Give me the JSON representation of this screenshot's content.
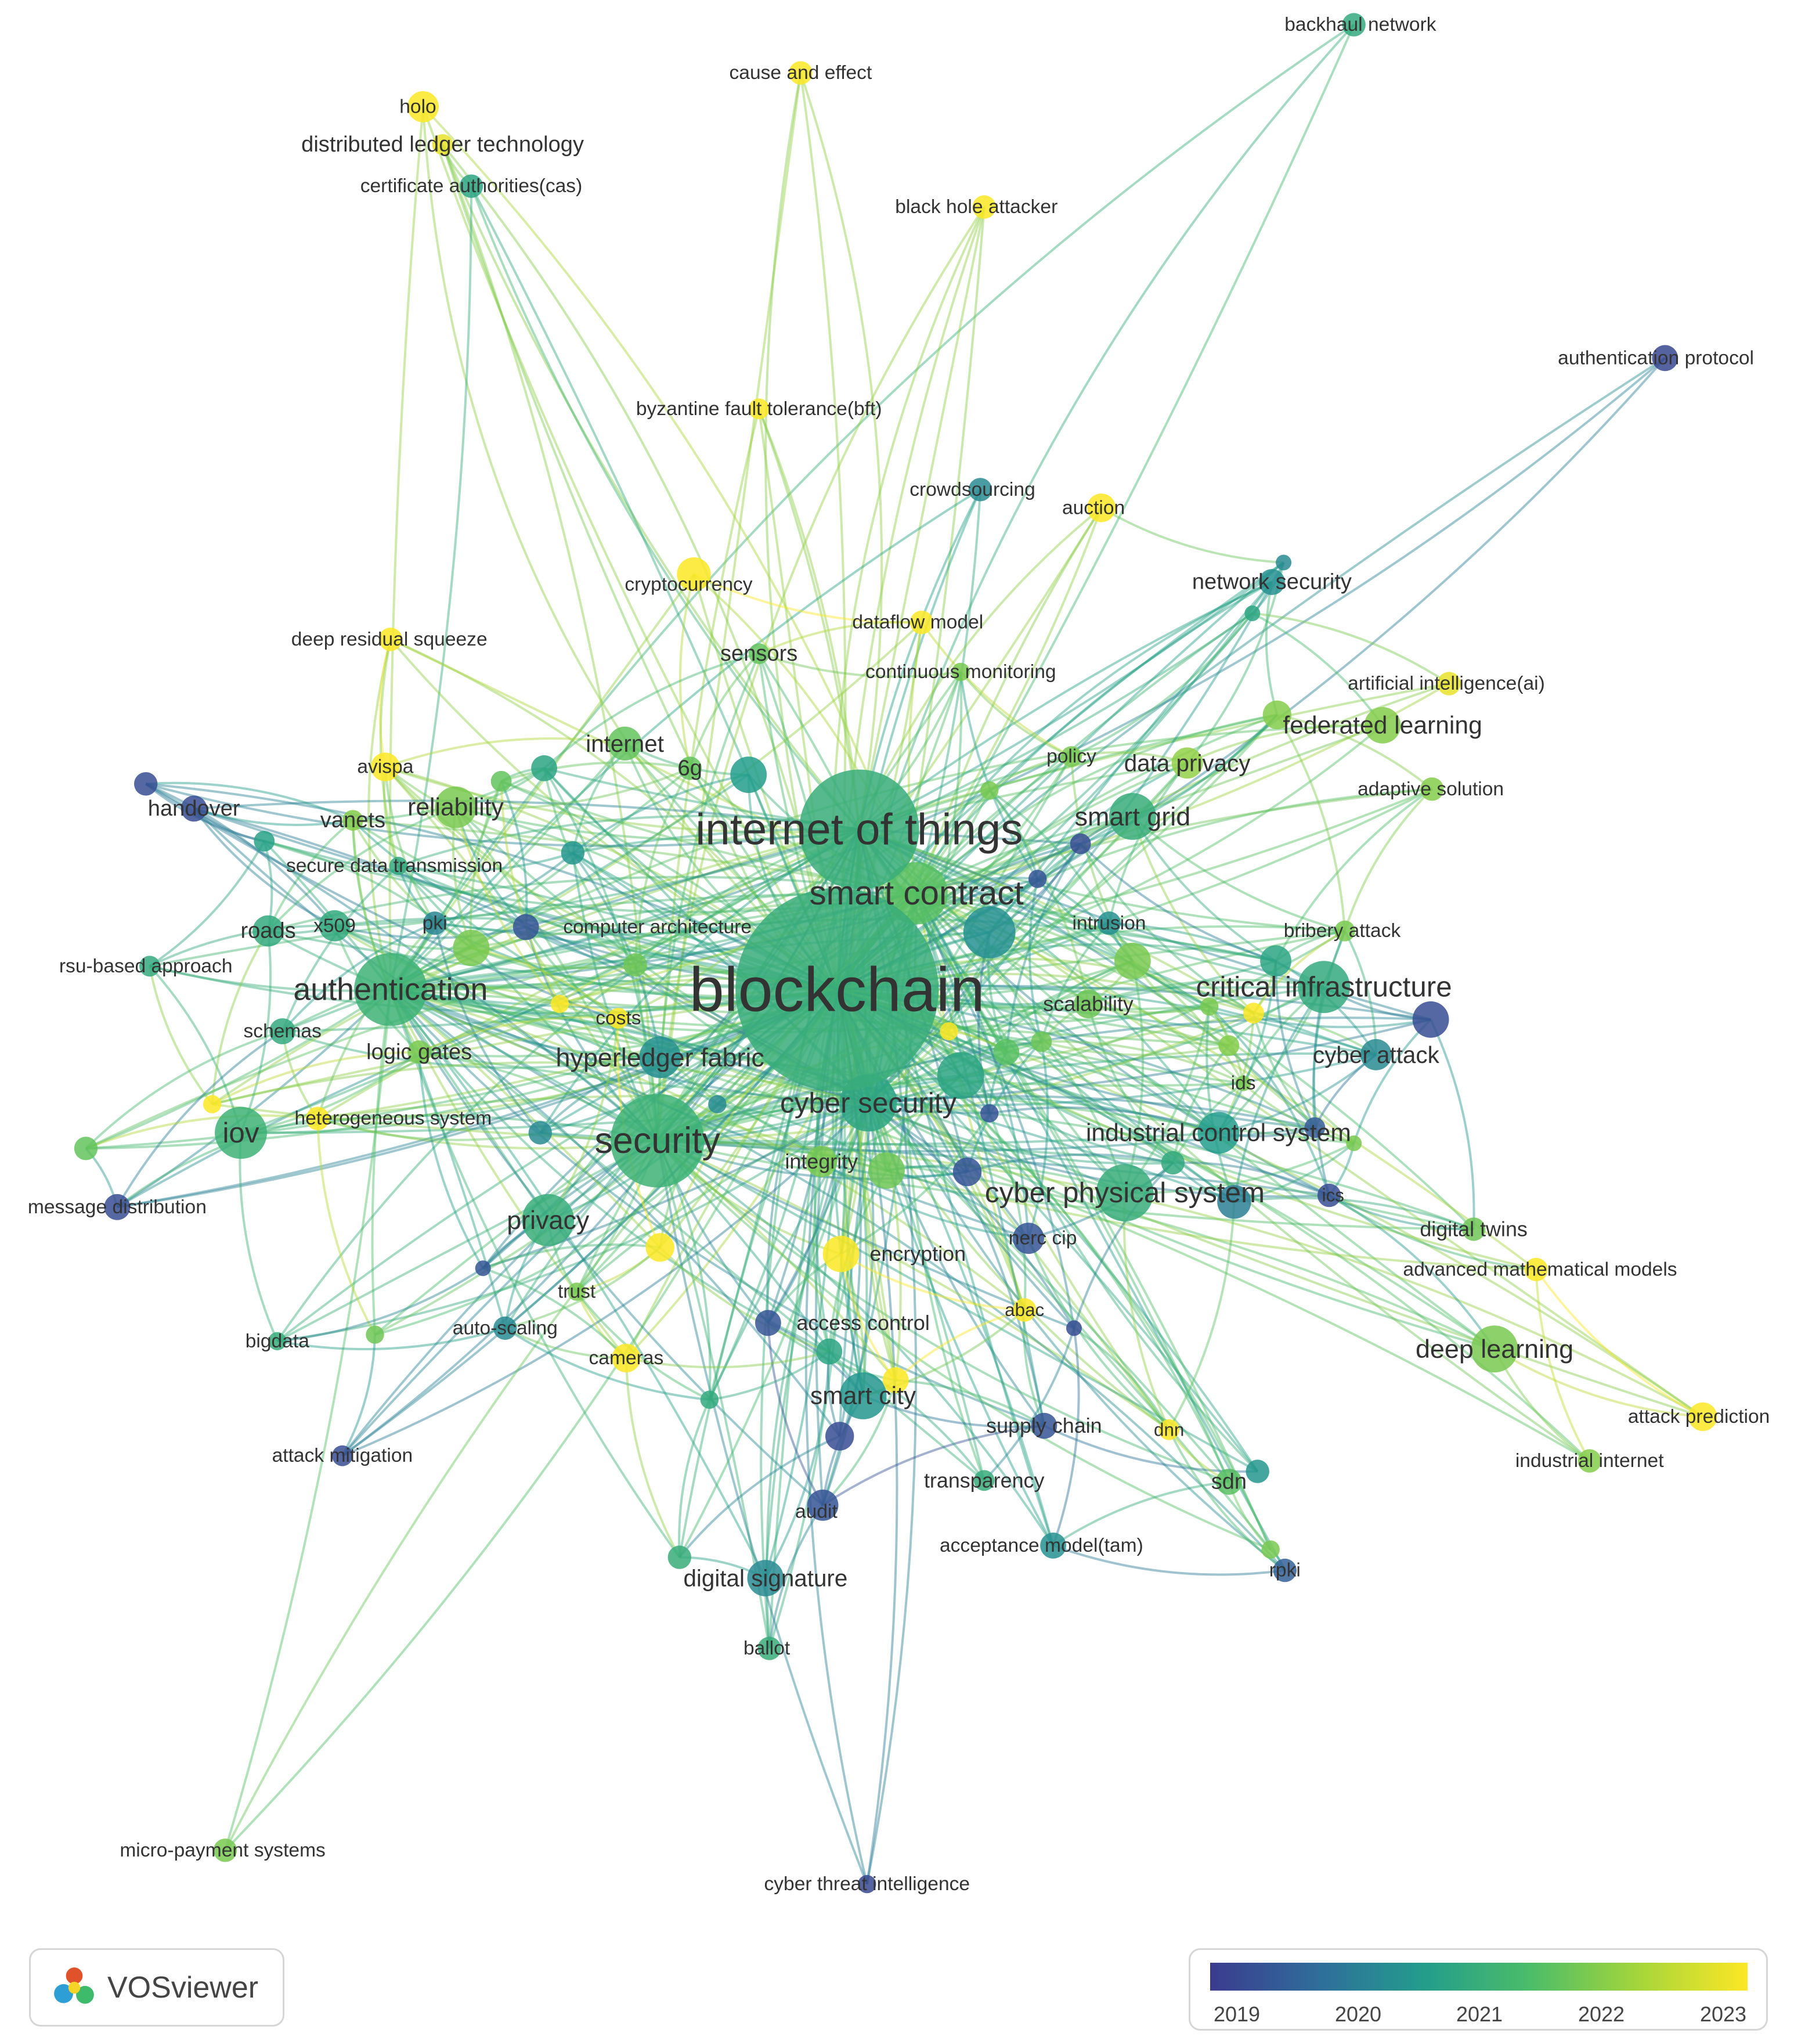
{
  "brand": {
    "name": "VOSviewer",
    "logo_icon": "vosviewer-logo-icon"
  },
  "legend": {
    "ticks": [
      "2019",
      "2020",
      "2021",
      "2022",
      "2023"
    ],
    "colors": [
      "#3b3b8e",
      "#2f6d9b",
      "#239d8c",
      "#4dbd68",
      "#a6d63a",
      "#fde725"
    ]
  },
  "nodes": [
    {
      "label": "blockchain",
      "size": "xl",
      "year": 2021.0
    },
    {
      "label": "internet of things",
      "size": "l",
      "year": 2021.0
    },
    {
      "label": "smart contract",
      "size": "m",
      "year": 2021.5
    },
    {
      "label": "security",
      "size": "m",
      "year": 2021.1
    },
    {
      "label": "authentication",
      "size": "m",
      "year": 2021.1
    },
    {
      "label": "cyber security",
      "size": "m",
      "year": 2020.8
    },
    {
      "label": "hyperledger fabric",
      "size": "s",
      "year": 2020.4
    },
    {
      "label": "critical infrastructure",
      "size": "s",
      "year": 2020.9
    },
    {
      "label": "cyber physical system",
      "size": "s",
      "year": 2021.0
    },
    {
      "label": "industrial control system",
      "size": "s",
      "year": 2020.6
    },
    {
      "label": "privacy",
      "size": "s",
      "year": 2021.0
    },
    {
      "label": "iov",
      "size": "s",
      "year": 2021.1
    },
    {
      "label": "smart grid",
      "size": "s",
      "year": 2021.0
    },
    {
      "label": "deep learning",
      "size": "s",
      "year": 2021.8
    },
    {
      "label": "federated learning",
      "size": "s",
      "year": 2021.9
    },
    {
      "label": "smart city",
      "size": "s",
      "year": 2020.5
    },
    {
      "label": "digital signature",
      "size": "xs",
      "year": 2020.3
    },
    {
      "label": "reliability",
      "size": "s",
      "year": 2021.8
    },
    {
      "label": "internet",
      "size": "xs",
      "year": 2021.6
    },
    {
      "label": "data privacy",
      "size": "xs",
      "year": 2022.0
    },
    {
      "label": "scalability",
      "size": "xs",
      "year": 2021.7
    },
    {
      "label": "cyber attack",
      "size": "xs",
      "year": 2020.3
    },
    {
      "label": "backhaul network",
      "size": "xs",
      "year": 2020.9
    },
    {
      "label": "cause and effect",
      "size": "xs",
      "year": 2023.0
    },
    {
      "label": "holo",
      "size": "xs",
      "year": 2023.0
    },
    {
      "label": "distributed ledger technology",
      "size": "xs",
      "year": 2022.8
    },
    {
      "label": "certificate authorities(cas)",
      "size": "xs",
      "year": 2020.8
    },
    {
      "label": "black hole attacker",
      "size": "xs",
      "year": 2023.0
    },
    {
      "label": "authentication protocol",
      "size": "xs",
      "year": 2019.2
    },
    {
      "label": "byzantine fault tolerance(bft)",
      "size": "xs",
      "year": 2023.0
    },
    {
      "label": "crowdsourcing",
      "size": "xs",
      "year": 2020.3
    },
    {
      "label": "auction",
      "size": "xs",
      "year": 2023.0
    },
    {
      "label": "cryptocurrency",
      "size": "xs",
      "year": 2023.0
    },
    {
      "label": "network security",
      "size": "xs",
      "year": 2020.4
    },
    {
      "label": "dataflow model",
      "size": "xs",
      "year": 2023.0
    },
    {
      "label": "sensors",
      "size": "xs",
      "year": 2021.6
    },
    {
      "label": "deep residual squeeze",
      "size": "xs",
      "year": 2023.0
    },
    {
      "label": "continuous monitoring",
      "size": "xs",
      "year": 2021.8
    },
    {
      "label": "artificial intelligence(ai)",
      "size": "xs",
      "year": 2022.8
    },
    {
      "label": "avispa",
      "size": "xs",
      "year": 2023.0
    },
    {
      "label": "6g",
      "size": "xs",
      "year": 2021.6
    },
    {
      "label": "policy",
      "size": "xs",
      "year": 2021.8
    },
    {
      "label": "adaptive solution",
      "size": "xs",
      "year": 2021.9
    },
    {
      "label": "handover",
      "size": "xs",
      "year": 2019.3
    },
    {
      "label": "vanets",
      "size": "xs",
      "year": 2021.9
    },
    {
      "label": "secure data transmission",
      "size": "xs",
      "year": 2020.9
    },
    {
      "label": "roads",
      "size": "xs",
      "year": 2020.9
    },
    {
      "label": "x509",
      "size": "xs",
      "year": 2020.9
    },
    {
      "label": "pki",
      "size": "xs",
      "year": 2020.2
    },
    {
      "label": "computer architecture",
      "size": "xs",
      "year": 2019.4
    },
    {
      "label": "intrusion",
      "size": "xs",
      "year": 2020.4
    },
    {
      "label": "bribery attack",
      "size": "xs",
      "year": 2021.8
    },
    {
      "label": "rsu-based approach",
      "size": "xs",
      "year": 2020.9
    },
    {
      "label": "costs",
      "size": "xs",
      "year": 2023.0
    },
    {
      "label": "schemas",
      "size": "xs",
      "year": 2020.9
    },
    {
      "label": "logic gates",
      "size": "xs",
      "year": 2021.8
    },
    {
      "label": "ids",
      "size": "xs",
      "year": 2021.8
    },
    {
      "label": "heterogeneous system",
      "size": "xs",
      "year": 2023.0
    },
    {
      "label": "integrity",
      "size": "xs",
      "year": 2021.8
    },
    {
      "label": "ics",
      "size": "xs",
      "year": 2019.3
    },
    {
      "label": "message distribution",
      "size": "xs",
      "year": 2019.3
    },
    {
      "label": "digital twins",
      "size": "xs",
      "year": 2021.7
    },
    {
      "label": "nerc cip",
      "size": "xs",
      "year": 2019.4
    },
    {
      "label": "encryption",
      "size": "xs",
      "year": 2023.0
    },
    {
      "label": "advanced mathematical models",
      "size": "xs",
      "year": 2023.0
    },
    {
      "label": "trust",
      "size": "xs",
      "year": 2021.8
    },
    {
      "label": "abac",
      "size": "xs",
      "year": 2023.0
    },
    {
      "label": "bigdata",
      "size": "xs",
      "year": 2021.0
    },
    {
      "label": "auto-scaling",
      "size": "xs",
      "year": 2020.3
    },
    {
      "label": "access control",
      "size": "xs",
      "year": 2019.4
    },
    {
      "label": "cameras",
      "size": "xs",
      "year": 2023.0
    },
    {
      "label": "attack prediction",
      "size": "xs",
      "year": 2023.0
    },
    {
      "label": "supply chain",
      "size": "xs",
      "year": 2019.4
    },
    {
      "label": "dnn",
      "size": "xs",
      "year": 2023.0
    },
    {
      "label": "industrial internet",
      "size": "xs",
      "year": 2021.9
    },
    {
      "label": "attack mitigation",
      "size": "xs",
      "year": 2019.3
    },
    {
      "label": "transparency",
      "size": "xs",
      "year": 2021.0
    },
    {
      "label": "sdn",
      "size": "xs",
      "year": 2021.5
    },
    {
      "label": "audit",
      "size": "xs",
      "year": 2019.4
    },
    {
      "label": "acceptance model(tam)",
      "size": "xs",
      "year": 2020.4
    },
    {
      "label": "rpki",
      "size": "xs",
      "year": 2019.6
    },
    {
      "label": "ballot",
      "size": "xs",
      "year": 2021.0
    },
    {
      "label": "micro-payment systems",
      "size": "xs",
      "year": 2021.8
    },
    {
      "label": "cyber threat intelligence",
      "size": "xs",
      "year": 2019.2
    }
  ]
}
